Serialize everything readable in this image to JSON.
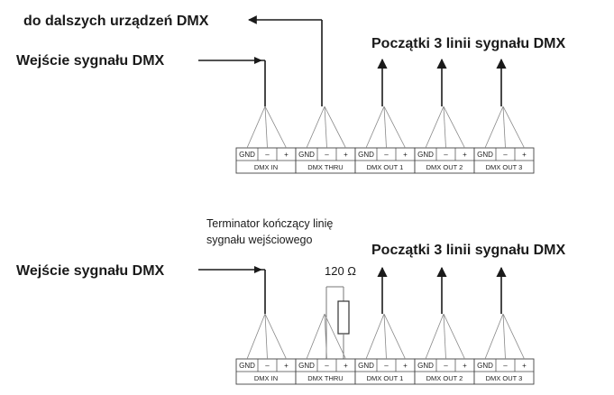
{
  "diagram_top": {
    "label_to_devices": "do dalszych urządzeń DMX",
    "label_input": "Wejście sygnału DMX",
    "label_outputs": "Początki 3 linii sygnału DMX"
  },
  "diagram_bottom": {
    "terminator_line1": "Terminator kończący linię",
    "terminator_line2": "sygnału wejściowego",
    "resistor_value": "120 Ω",
    "label_input": "Wejście sygnału DMX",
    "label_outputs": "Początki 3 linii sygnału DMX"
  },
  "terminal_pins": [
    "GND",
    "–",
    "+"
  ],
  "ports": [
    "DMX IN",
    "DMX THRU",
    "DMX OUT 1",
    "DMX OUT 2",
    "DMX OUT 3"
  ],
  "colors": {
    "ink": "#1a1a1a",
    "line": "#555555"
  }
}
